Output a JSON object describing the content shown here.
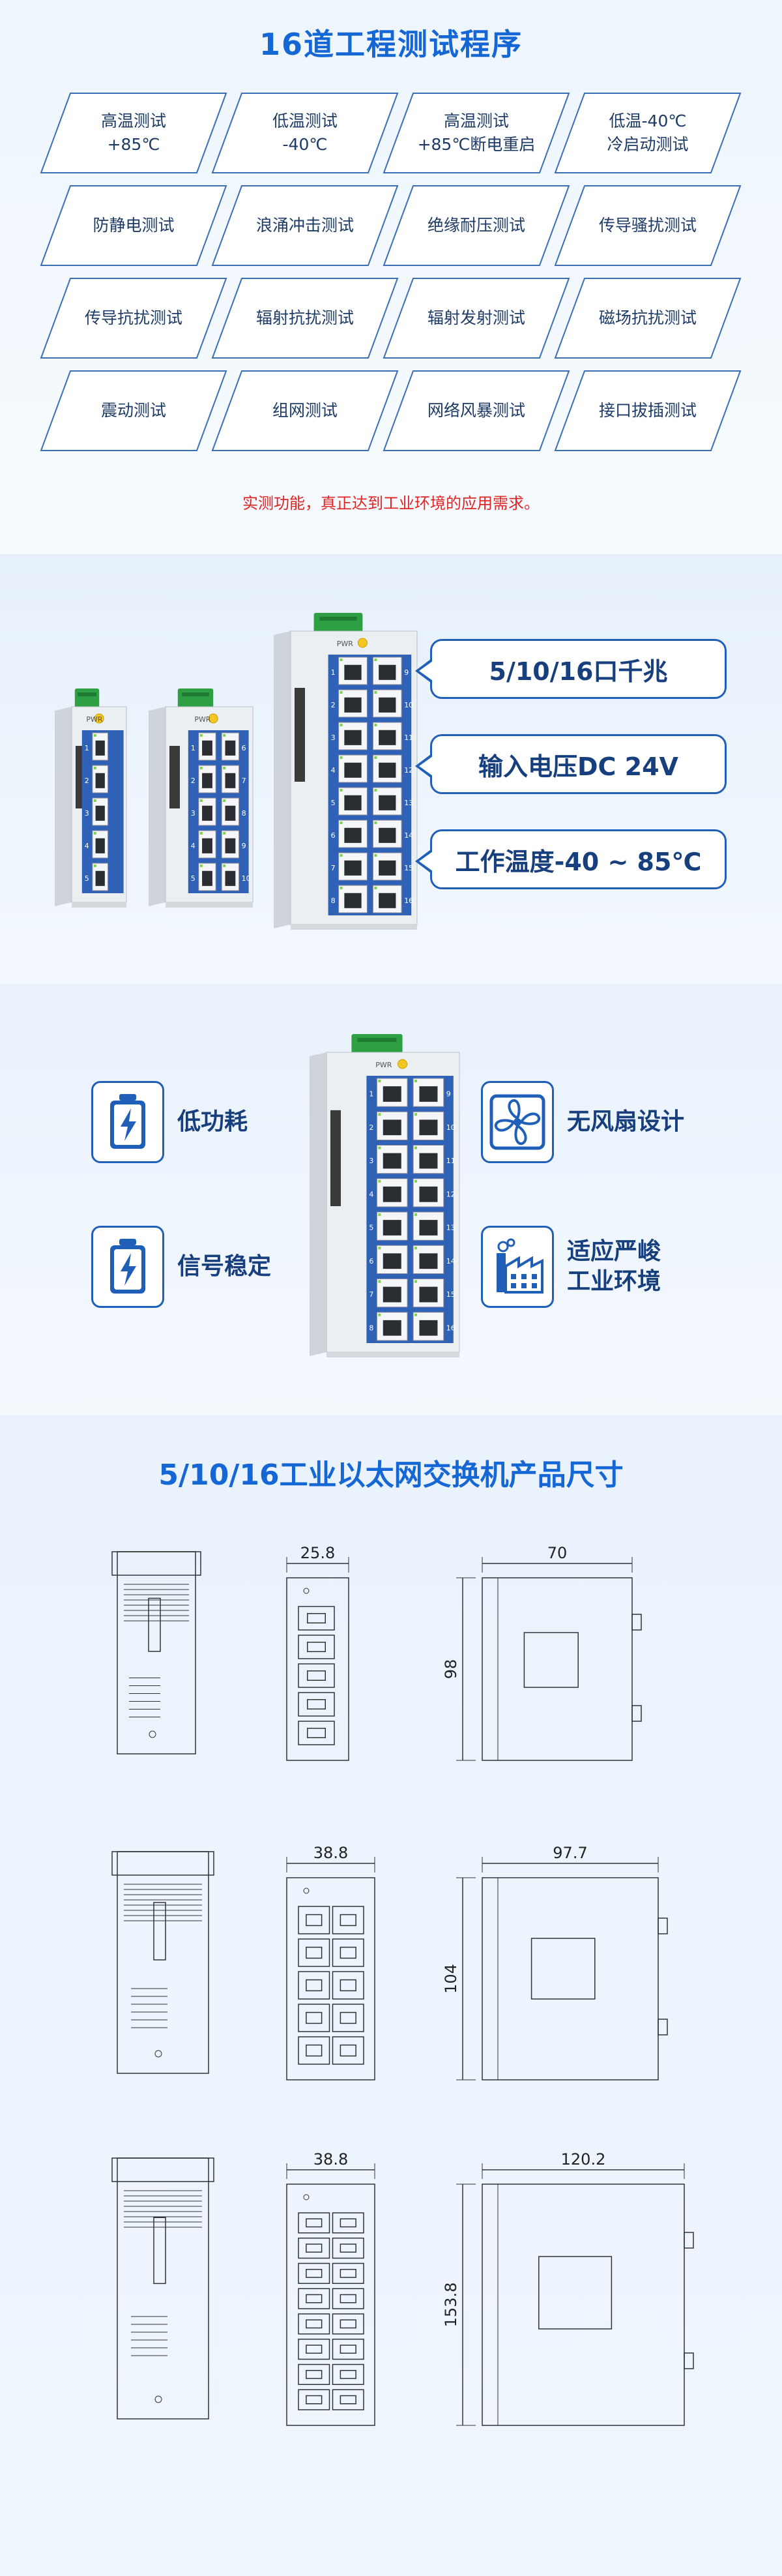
{
  "section1": {
    "title": "16道工程测试程序",
    "tests": [
      "高温测试\n+85℃",
      "低温测试\n-40℃",
      "高温测试\n+85℃断电重启",
      "低温-40℃\n冷启动测试",
      "防静电测试",
      "浪涌冲击测试",
      "绝缘耐压测试",
      "传导骚扰测试",
      "传导抗扰测试",
      "辐射抗扰测试",
      "辐射发射测试",
      "磁场抗扰测试",
      "震动测试",
      "组网测试",
      "网络风暴测试",
      "接口拔插测试"
    ],
    "note": "实测功能，真正达到工业环境的应用需求。"
  },
  "section2": {
    "callouts": [
      "5/10/16口千兆",
      "输入电压DC 24V",
      "工作温度-40 ~ 85℃"
    ],
    "devices": [
      {
        "model": "5",
        "ports": [
          "1",
          "2",
          "3",
          "4",
          "5"
        ]
      },
      {
        "model": "10",
        "ports": [
          "1",
          "2",
          "3",
          "4",
          "5",
          "6",
          "7",
          "8",
          "9",
          "10"
        ]
      },
      {
        "model": "16",
        "ports_left": [
          "1",
          "2",
          "3",
          "4",
          "5",
          "6",
          "7",
          "8"
        ],
        "ports_right": [
          "9",
          "10",
          "11",
          "12",
          "13",
          "14",
          "15",
          "16"
        ]
      }
    ],
    "pwr_label": "PWR"
  },
  "section3": {
    "features": [
      {
        "label": "低功耗",
        "icon": "battery-bolt-icon"
      },
      {
        "label": "信号稳定",
        "icon": "battery-bolt-icon"
      },
      {
        "label": "无风扇设计",
        "icon": "fan-icon"
      },
      {
        "label": "适应严峻\n工业环境",
        "icon": "factory-icon"
      }
    ],
    "device_ports_left": [
      "1",
      "2",
      "3",
      "4",
      "5",
      "6",
      "7",
      "8"
    ],
    "device_ports_right": [
      "9",
      "10",
      "11",
      "12",
      "13",
      "14",
      "15",
      "16"
    ],
    "pwr_label": "PWR"
  },
  "section4": {
    "title": "5/10/16工业以太网交换机产品尺寸",
    "rows": [
      {
        "front_width": "25.8",
        "side_width": "70",
        "height": "98"
      },
      {
        "front_width": "38.8",
        "side_width": "97.7",
        "height": "104"
      },
      {
        "front_width": "38.8",
        "side_width": "120.2",
        "height": "153.8"
      }
    ]
  },
  "colors": {
    "accent": "#1467d4",
    "outline": "#3a6fb5",
    "note": "#e02424",
    "port_strip": "#2f62b7"
  }
}
